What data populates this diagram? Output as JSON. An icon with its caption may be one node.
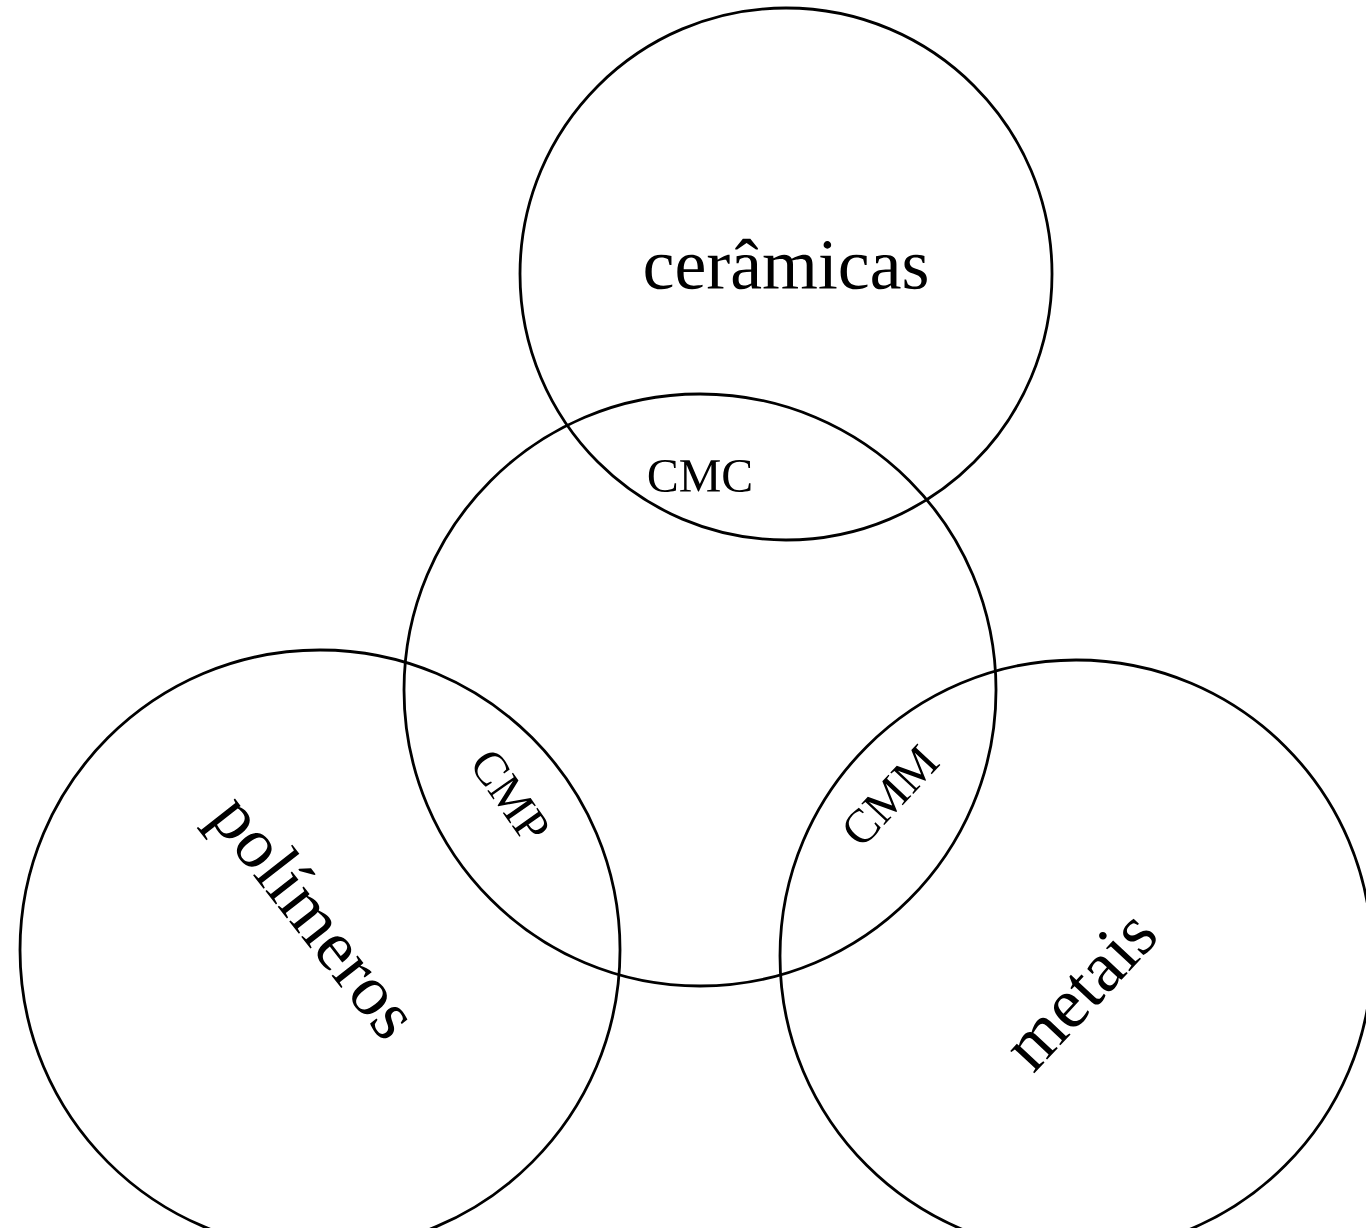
{
  "diagram": {
    "nodes": [
      {
        "text": [
          "cerâmicas"
        ]
      },
      {
        "text": [],
        "shape": "circle"
      },
      {
        "text": [
          "polímeros"
        ]
      },
      {
        "text": [
          "metais"
        ]
      }
    ],
    "labels": [
      "CMC",
      "CMP",
      "CMM"
    ]
  }
}
